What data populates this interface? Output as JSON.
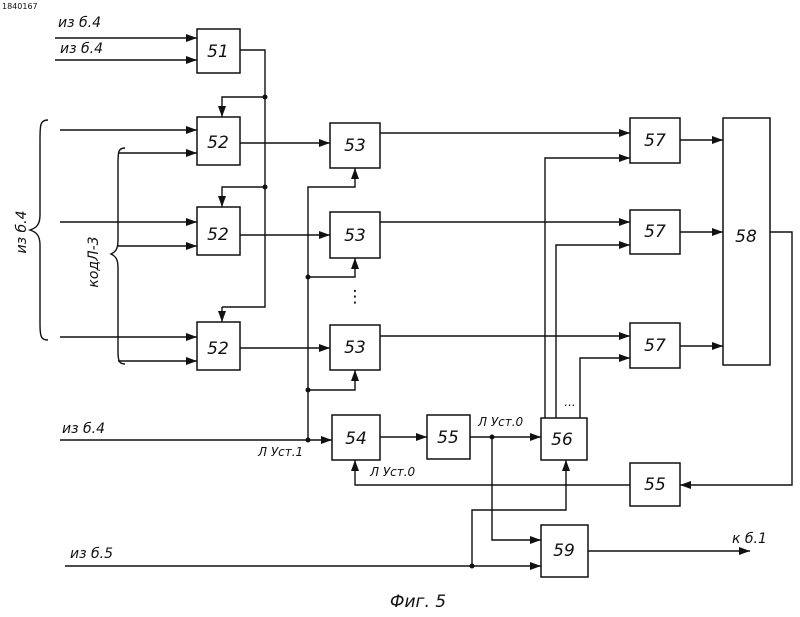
{
  "inputs": {
    "in1": "из б.4",
    "in2": "из б.4",
    "group_in": "из б.4",
    "codl": "кодЛ-3",
    "in_54": "из б.4",
    "in_59": "из б.5"
  },
  "signals": {
    "s54_set1": "Л Уст.1",
    "s54_set0": "Л Уст.0",
    "s56_set0": "Л Уст.0"
  },
  "outputs": {
    "out_59": "к б.1"
  },
  "blocks": {
    "b51": "51",
    "b52a": "52",
    "b52b": "52",
    "b52c": "52",
    "b53a": "53",
    "b53b": "53",
    "b53c": "53",
    "b54": "54",
    "b55a": "55",
    "b55b": "55",
    "b56": "56",
    "b57a": "57",
    "b57b": "57",
    "b57c": "57",
    "b58": "58",
    "b59": "59"
  },
  "ellipsis": {
    "col53": "⋮",
    "row56": "..."
  },
  "caption": "Фиг. 5",
  "corner_mark": "1840167"
}
